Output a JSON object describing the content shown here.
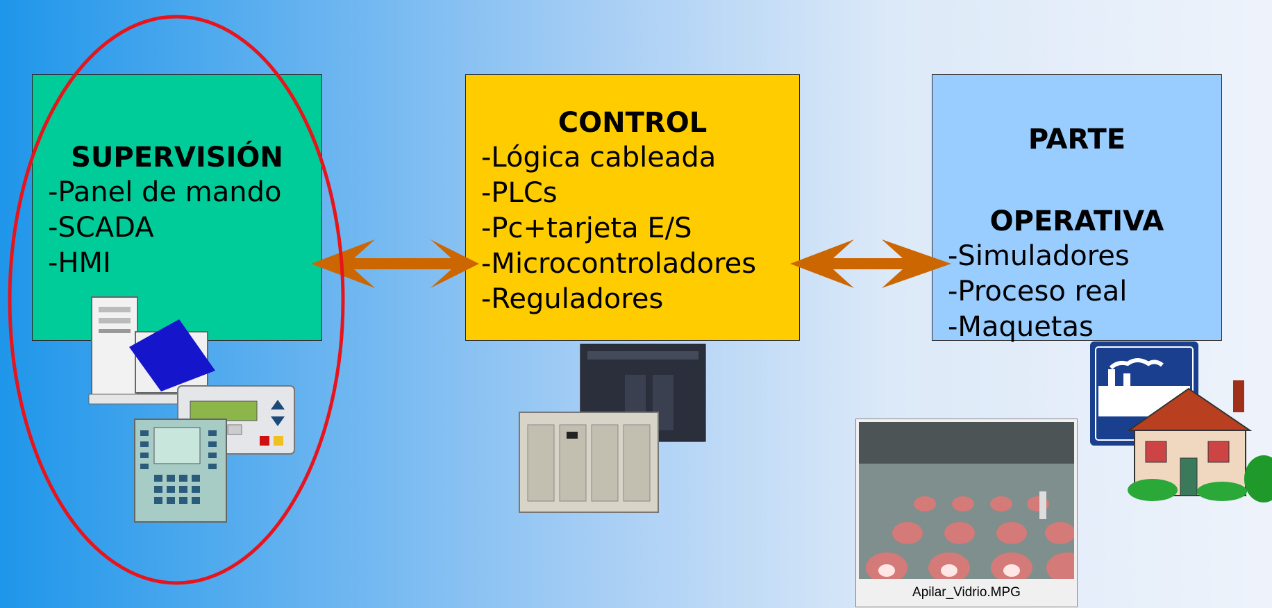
{
  "supervision": {
    "title": "SUPERVISIÓN",
    "items": [
      "-Panel de mando",
      "-SCADA",
      "-HMI"
    ]
  },
  "control": {
    "title": "CONTROL",
    "items": [
      "-Lógica cableada",
      "-PLCs",
      "-Pc+tarjeta E/S",
      "-Microcontroladores",
      "-Reguladores"
    ]
  },
  "operativa": {
    "title_line1": "PARTE",
    "title_line2": "OPERATIVA",
    "items": [
      "-Simuladores",
      "-Proceso real",
      "-Maquetas"
    ]
  },
  "video": {
    "caption": "Apilar_Vidrio.MPG"
  },
  "colors": {
    "supervision": "#00cc99",
    "control": "#ffcc00",
    "operativa": "#99ccff",
    "arrow": "#cc6600",
    "highlight_ellipse": "#e8141b"
  }
}
